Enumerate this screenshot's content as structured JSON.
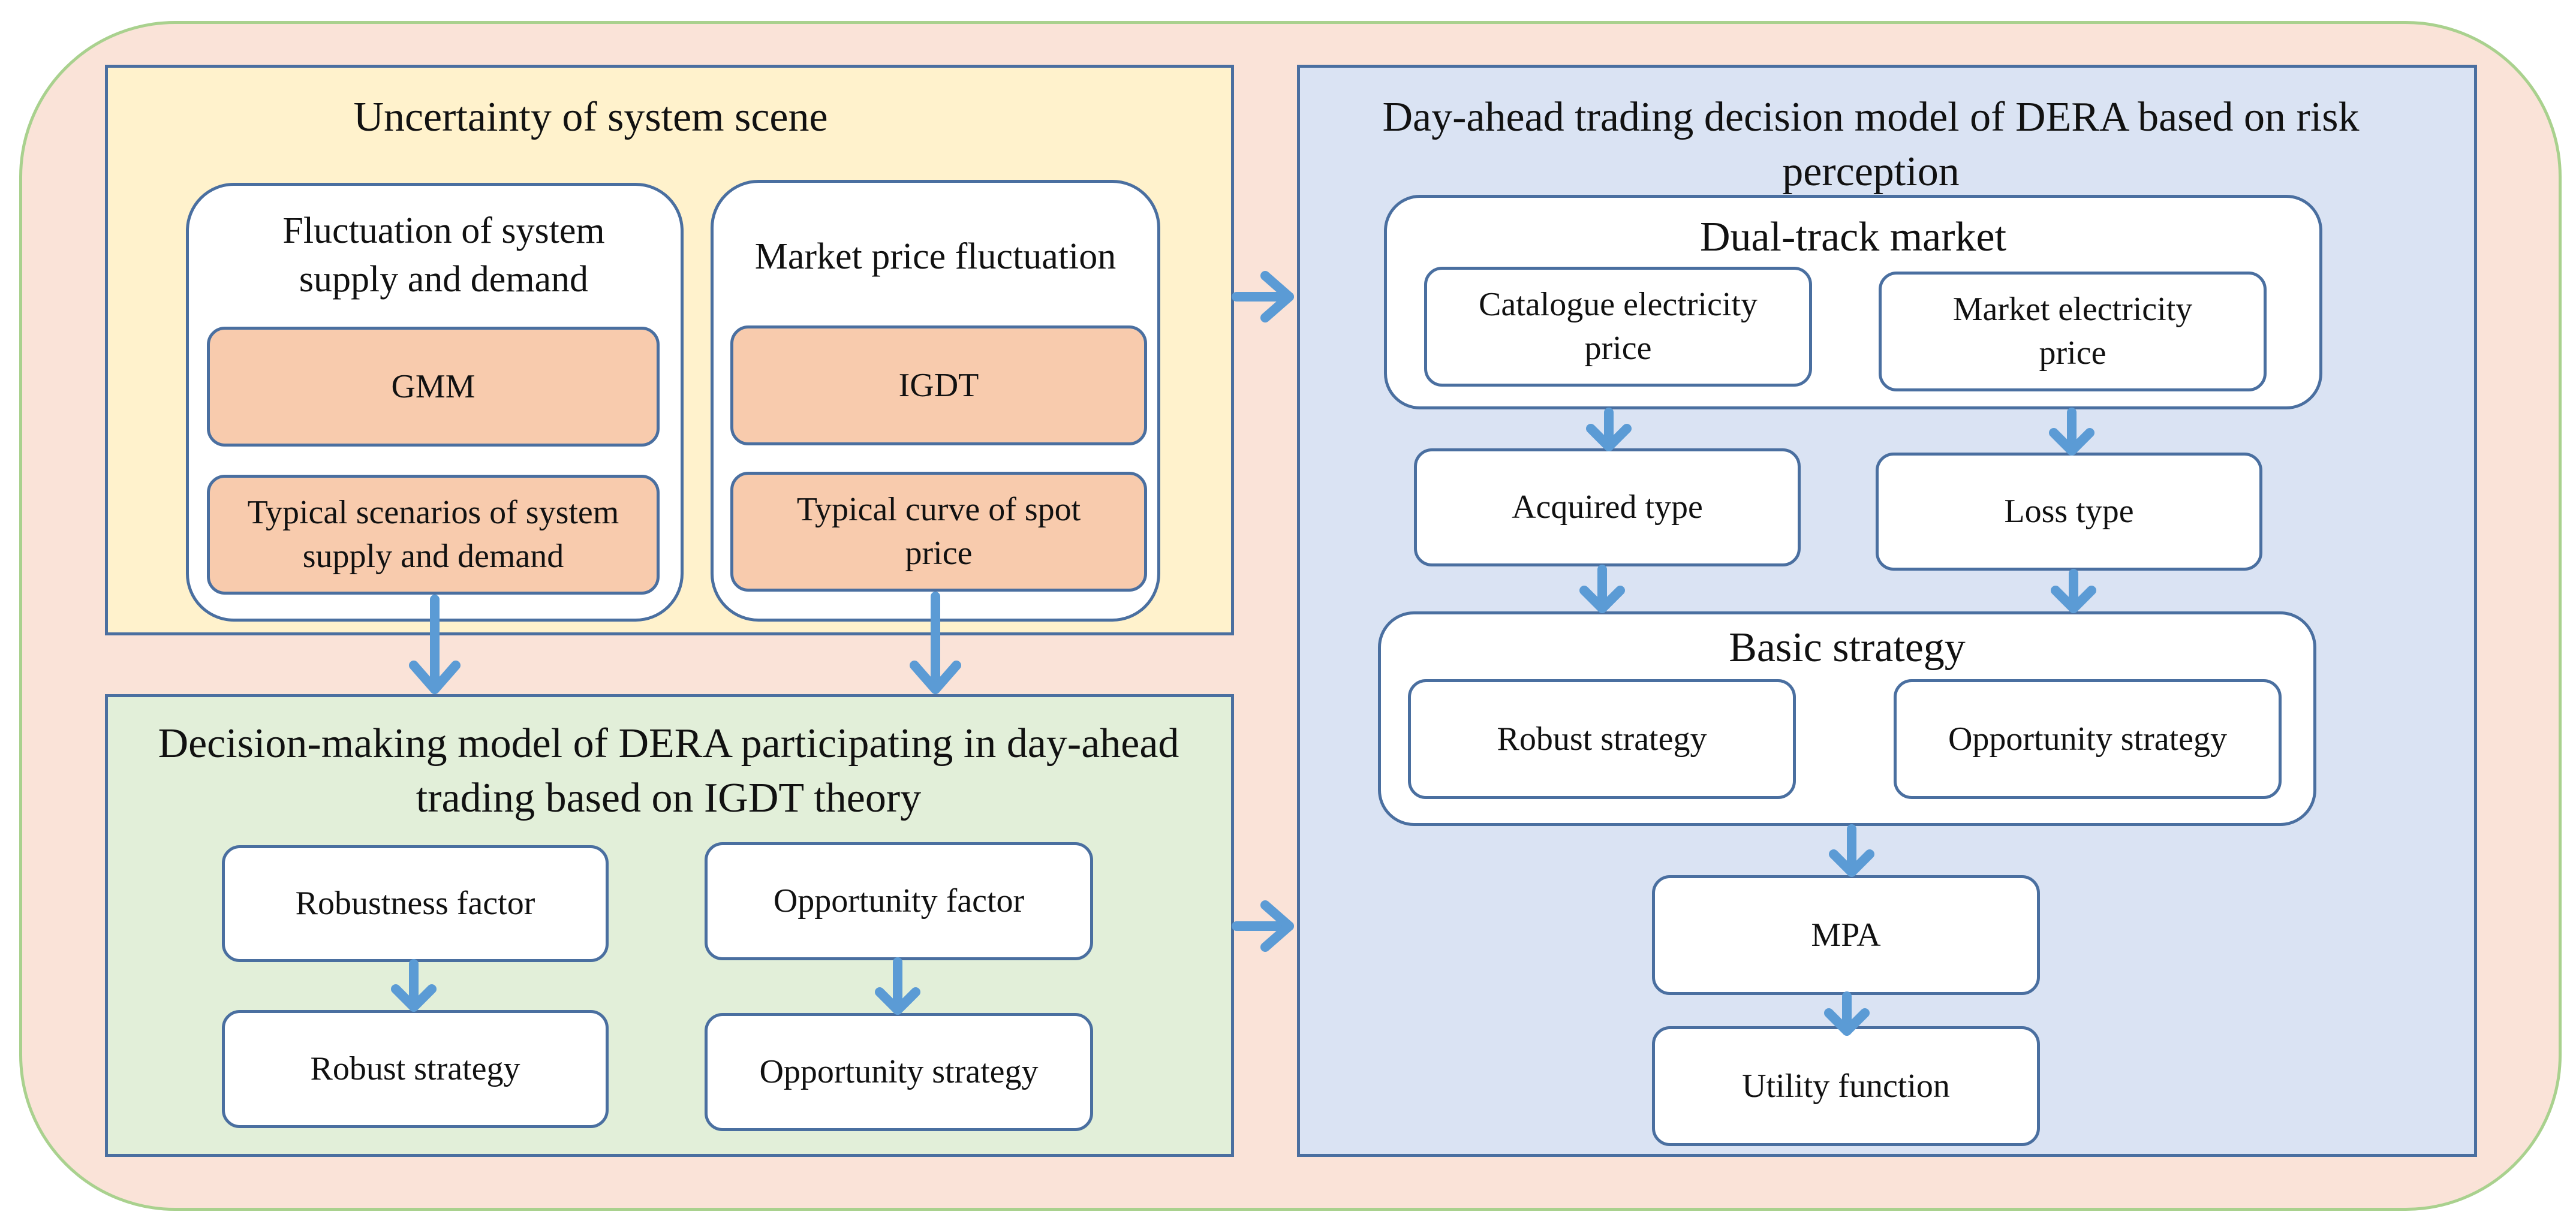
{
  "uncertainty": {
    "title": "Uncertainty of system scene",
    "supply_demand": {
      "title": "Fluctuation of system supply and demand",
      "method": "GMM",
      "result": "Typical scenarios of system supply and demand"
    },
    "price": {
      "title": "Market price fluctuation",
      "method": "IGDT",
      "result": "Typical curve of spot price"
    }
  },
  "decision_model": {
    "title": "Decision-making model of DERA participating in day-ahead trading based on IGDT theory",
    "robustness_factor": "Robustness factor",
    "opportunity_factor": "Opportunity factor",
    "robust_strategy": "Robust strategy",
    "opportunity_strategy": "Opportunity strategy"
  },
  "risk_model": {
    "title": "Day-ahead trading decision model of DERA based on risk perception",
    "dual_track": {
      "title": "Dual-track market",
      "catalogue_price": "Catalogue electricity price",
      "market_price": "Market electricity price"
    },
    "acquired_type": "Acquired type",
    "loss_type": "Loss type",
    "basic_strategy": {
      "title": "Basic strategy",
      "robust": "Robust strategy",
      "opportunity": "Opportunity strategy"
    },
    "mpa": "MPA",
    "utility": "Utility function"
  },
  "colors": {
    "arrow": "#5b9bd5",
    "border": "#4a6fa0",
    "outer_fill": "#fae3d8",
    "outer_border": "#a9d18e",
    "yellow_panel": "#fff2cc",
    "green_panel": "#e2efd9",
    "blue_panel": "#dae3f3",
    "orange_box": "#f8cbad"
  }
}
